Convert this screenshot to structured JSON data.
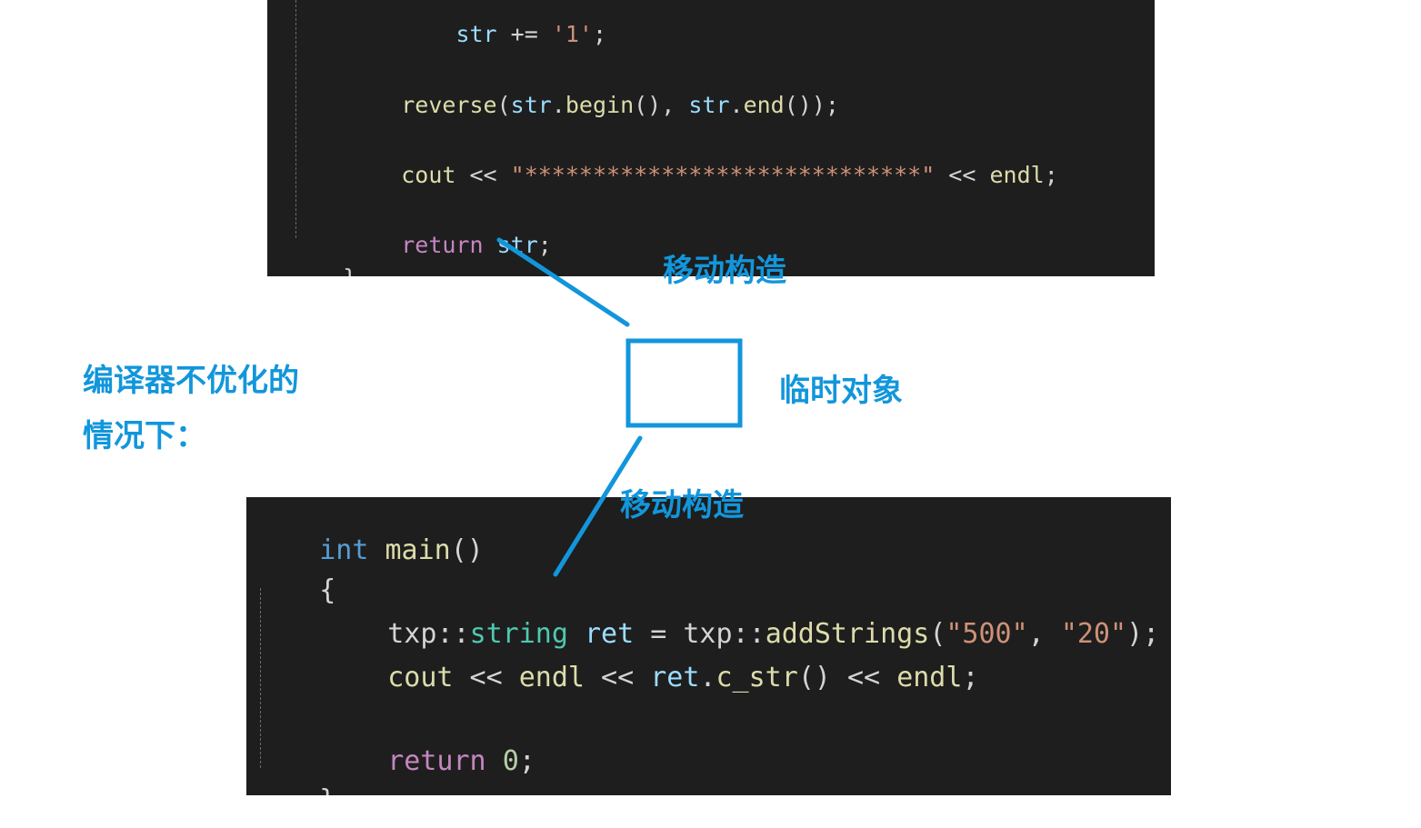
{
  "code_top": {
    "line1": {
      "indent": "    ",
      "var": "str",
      "op": " += ",
      "str": "'1'",
      "end": ";"
    },
    "line2": {
      "fn": "reverse",
      "p1": "(",
      "var1": "str",
      "dot1": ".",
      "fn2": "begin",
      "p2": "(), ",
      "var2": "str",
      "dot2": ".",
      "fn3": "end",
      "p3": "());"
    },
    "line3": {
      "fn": "cout",
      "op": " << ",
      "str": "\"*****************************\"",
      "op2": " << ",
      "fn2": "endl",
      "end": ";"
    },
    "line4": {
      "kw": "return",
      "sp": " ",
      "var": "str",
      "end": ";"
    },
    "line5": "}"
  },
  "code_bottom": {
    "line1": {
      "ty": "int",
      "sp": " ",
      "fn": "main",
      "p": "()"
    },
    "line2": "{",
    "line3": {
      "ns1": "txp",
      "sep1": "::",
      "cls": "string",
      "sp": " ",
      "var": "ret",
      "op": " = ",
      "ns2": "txp",
      "sep2": "::",
      "fn": "addStrings",
      "p1": "(",
      "s1": "\"500\"",
      "comma": ", ",
      "s2": "\"20\"",
      "p2": ");"
    },
    "line4": {
      "fn": "cout",
      "op": " << ",
      "fn2": "endl",
      "op2": " << ",
      "var": "ret",
      "dot": ".",
      "fn3": "c_str",
      "p": "()",
      "op3": " << ",
      "fn4": "endl",
      "end": ";"
    },
    "line5": {
      "kw": "return",
      "sp": " ",
      "num": "0",
      "end": ";"
    },
    "line6": "}"
  },
  "annotations": {
    "move_top": "移动构造",
    "move_bottom": "移动构造",
    "temp_object": "临时对象",
    "condition_line1": "编译器不优化的",
    "condition_line2": "情况下："
  },
  "colors": {
    "annotation": "#1296db",
    "panel_bg": "#1e1e1e"
  }
}
